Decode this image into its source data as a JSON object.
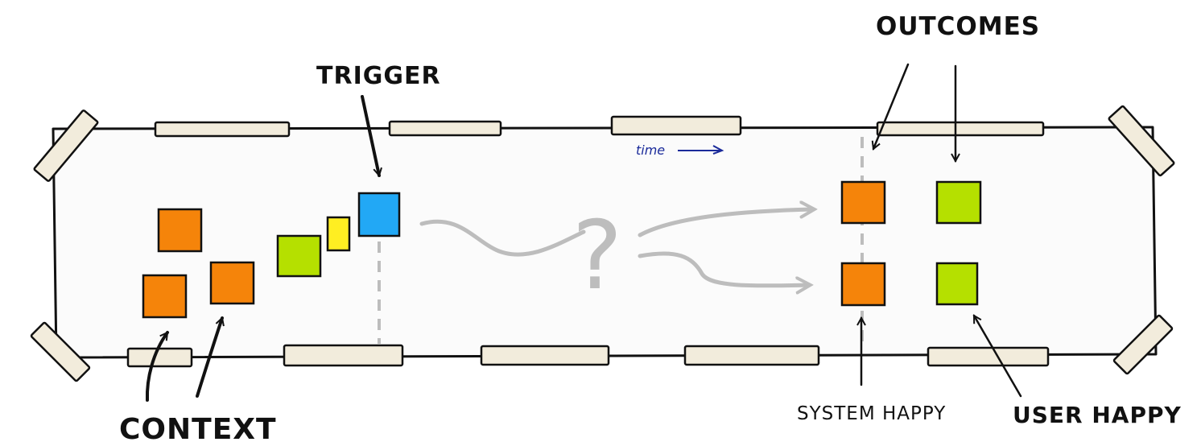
{
  "labels": {
    "trigger": "TRIGGER",
    "context": "CONTEXT",
    "outcomes": "OUTCOMES",
    "time": "time",
    "question": "?",
    "system_happy": "SYSTEM HAPPY",
    "user_happy": "USER HAPPY"
  },
  "colors": {
    "orange": "#f5840a",
    "green": "#b5e000",
    "yellow": "#ffee22",
    "blue": "#22a8f5",
    "tape": "#f2ecdc",
    "gray": "#bdbdbd",
    "board": "#fbfbfb",
    "time_ink": "#1a2a9a"
  }
}
